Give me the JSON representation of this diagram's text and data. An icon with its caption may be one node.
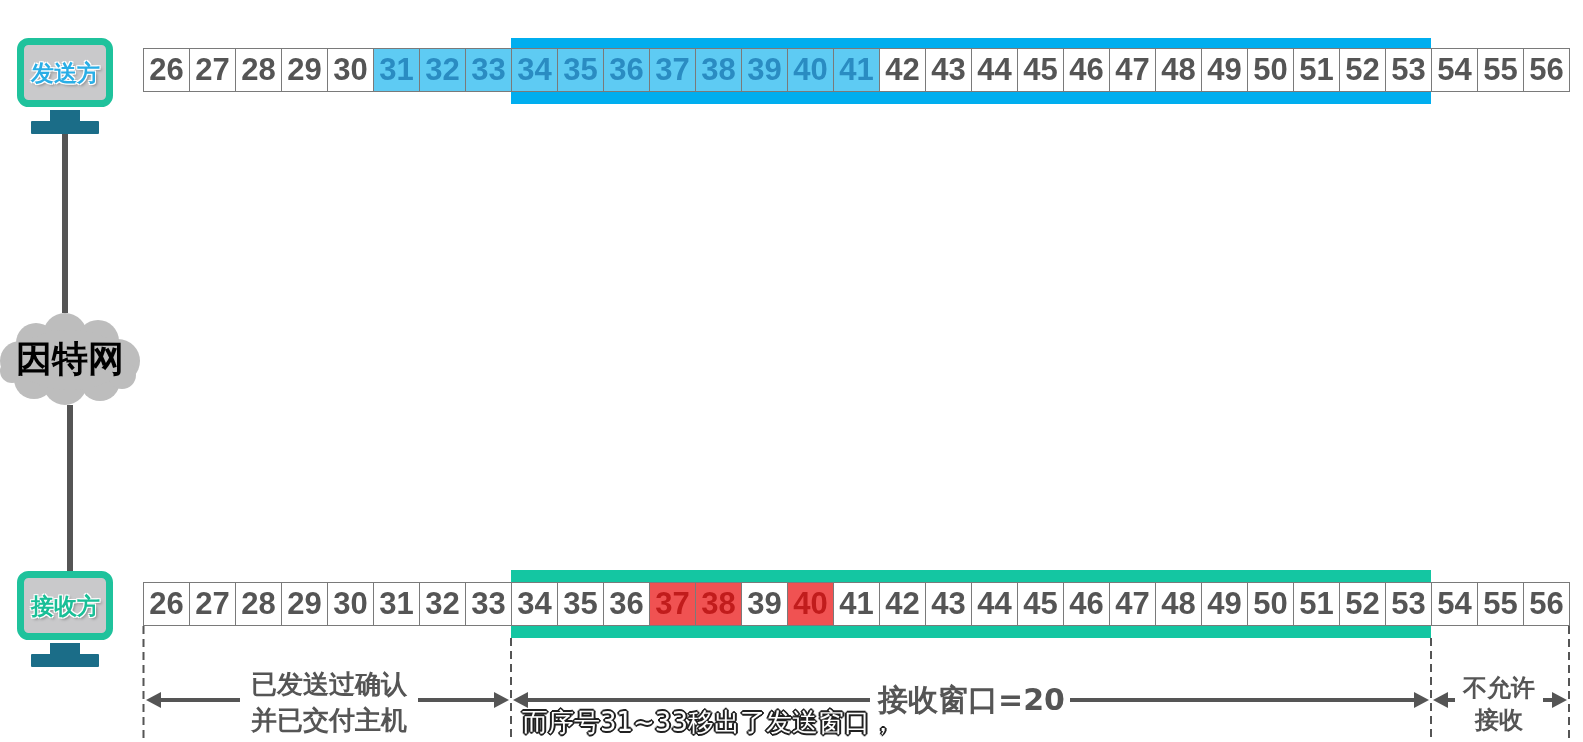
{
  "diagram": {
    "caption": "而序号31~33移出了发送窗口，",
    "nodes": [
      {
        "text": [
          "发送方"
        ]
      },
      {
        "text": [
          "26"
        ]
      },
      {
        "text": [
          "27"
        ]
      },
      {
        "text": [
          "28"
        ]
      },
      {
        "text": [
          "29"
        ]
      },
      {
        "text": [
          "30"
        ]
      },
      {
        "text": [
          "31"
        ]
      },
      {
        "text": [
          "32"
        ]
      },
      {
        "text": [
          "33"
        ]
      },
      {
        "text": [
          "34"
        ]
      },
      {
        "text": [
          "35"
        ]
      },
      {
        "text": [
          "36"
        ]
      },
      {
        "text": [
          "37"
        ]
      },
      {
        "text": [
          "38"
        ]
      },
      {
        "text": [
          "39"
        ]
      },
      {
        "text": [
          "40"
        ]
      },
      {
        "text": [
          "41"
        ]
      },
      {
        "text": [
          "42"
        ]
      },
      {
        "text": [
          "43"
        ]
      },
      {
        "text": [
          "44"
        ]
      },
      {
        "text": [
          "45"
        ]
      },
      {
        "text": [
          "46"
        ]
      },
      {
        "text": [
          "47"
        ]
      },
      {
        "text": [
          "48"
        ]
      },
      {
        "text": [
          "49"
        ]
      },
      {
        "text": [
          "50"
        ]
      },
      {
        "text": [
          "51"
        ]
      },
      {
        "text": [
          "52"
        ]
      },
      {
        "text": [
          "53"
        ]
      },
      {
        "text": [
          "54"
        ]
      },
      {
        "text": [
          "55"
        ]
      },
      {
        "text": [
          "56"
        ]
      },
      {
        "text": [
          "因特网"
        ]
      },
      {
        "text": [
          "接收方"
        ]
      },
      {
        "text": [
          "26"
        ]
      },
      {
        "text": [
          "27"
        ]
      },
      {
        "text": [
          "28"
        ]
      },
      {
        "text": [
          "29"
        ]
      },
      {
        "text": [
          "30"
        ]
      },
      {
        "text": [
          "31"
        ]
      },
      {
        "text": [
          "32"
        ]
      },
      {
        "text": [
          "33"
        ]
      },
      {
        "text": [
          "34"
        ]
      },
      {
        "text": [
          "35"
        ]
      },
      {
        "text": [
          "36"
        ]
      },
      {
        "text": [
          "37"
        ]
      },
      {
        "text": [
          "38"
        ]
      },
      {
        "text": [
          "39"
        ]
      },
      {
        "text": [
          "40"
        ]
      },
      {
        "text": [
          "41"
        ]
      },
      {
        "text": [
          "42"
        ]
      },
      {
        "text": [
          "43"
        ]
      },
      {
        "text": [
          "44"
        ]
      },
      {
        "text": [
          "45"
        ]
      },
      {
        "text": [
          "46"
        ]
      },
      {
        "text": [
          "47"
        ]
      },
      {
        "text": [
          "48"
        ]
      },
      {
        "text": [
          "49"
        ]
      },
      {
        "text": [
          "50"
        ]
      },
      {
        "text": [
          "51"
        ]
      },
      {
        "text": [
          "52"
        ]
      },
      {
        "text": [
          "53"
        ]
      },
      {
        "text": [
          "54"
        ]
      },
      {
        "text": [
          "55"
        ]
      },
      {
        "text": [
          "56"
        ]
      }
    ],
    "edges": [
      {
        "from": 0,
        "to": 32,
        "arrow": "none"
      },
      {
        "from": 32,
        "to": 33,
        "arrow": "none"
      }
    ],
    "labels": [
      "已发送过确认并已交付主机",
      "接收窗口=20",
      "不允许接收"
    ]
  }
}
